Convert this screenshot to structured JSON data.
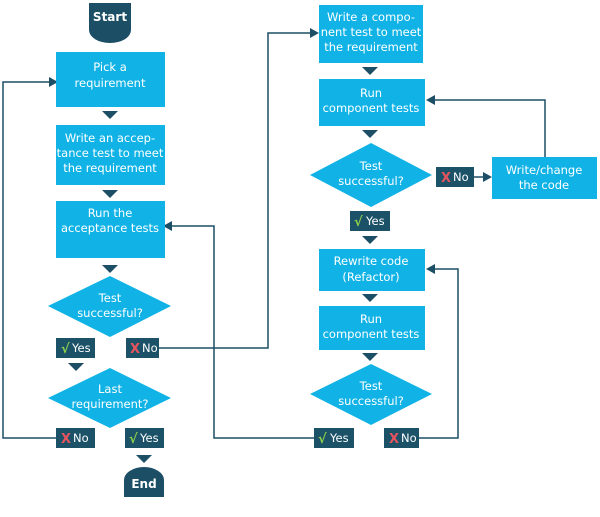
{
  "terminals": {
    "start": "Start",
    "end": "End"
  },
  "boxes": {
    "pick": [
      "Pick a",
      "requirement"
    ],
    "write_acceptance": [
      "Write an accep-",
      "tance test to meet",
      "the requirement"
    ],
    "run_acceptance": [
      "Run the",
      "acceptance tests"
    ],
    "write_component": [
      "Write a compo-",
      "nent test to meet",
      "the requirement"
    ],
    "run_component_1": [
      "Run",
      "component tests"
    ],
    "write_change_code": [
      "Write/change",
      "the code"
    ],
    "rewrite_code": [
      "Rewrite code",
      "(Refactor)"
    ],
    "run_component_2": [
      "Run",
      "component tests"
    ]
  },
  "decisions": {
    "test_successful_1": [
      "Test",
      "successful?"
    ],
    "last_requirement": [
      "Last",
      "requirement?"
    ],
    "test_successful_2": [
      "Test",
      "successful?"
    ],
    "test_successful_3": [
      "Test",
      "successful?"
    ]
  },
  "labels": {
    "yes": "Yes",
    "no": "No"
  },
  "symbols": {
    "check": "√",
    "cross": "X"
  },
  "colors": {
    "box": "#11b3e6",
    "terminal": "#1c4f66",
    "label": "#1b5268",
    "line": "#1c4f66",
    "check": "#8ed14b",
    "cross": "#e8545e"
  }
}
